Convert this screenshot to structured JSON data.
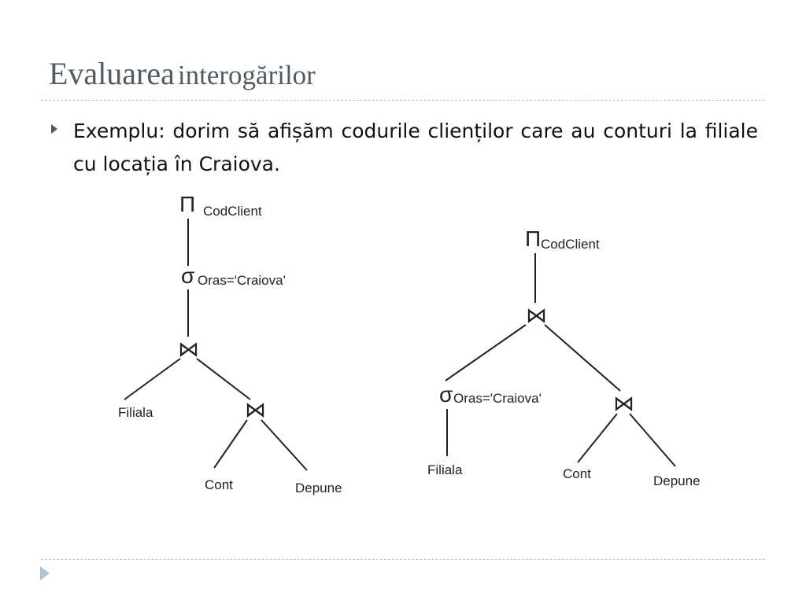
{
  "slide": {
    "title_part1": "Evaluarea",
    "title_part2": "interogărilor",
    "bullet_text": "Exemplu: dorim să afișăm codurile clienților care au conturi la filiale cu locația în Craiova."
  },
  "tree_left": {
    "projection_symbol": "Π",
    "projection_attr": "CodClient",
    "selection_symbol": "σ",
    "selection_cond": "Oras='Craiova'",
    "join1_symbol": "⋈",
    "leaf_filiala": "Filiala",
    "join2_symbol": "⋈",
    "leaf_cont": "Cont",
    "leaf_depune": "Depune"
  },
  "tree_right": {
    "projection_symbol": "Π",
    "projection_attr": "CodClient",
    "join1_symbol": "⋈",
    "selection_symbol": "σ",
    "selection_cond": "Oras='Craiova'",
    "leaf_filiala": "Filiala",
    "join2_symbol": "⋈",
    "leaf_cont": "Cont",
    "leaf_depune": "Depune"
  },
  "colors": {
    "title": "#4f5b66",
    "rule": "#b7c3cc",
    "text": "#111111",
    "diagram_line": "#222222"
  }
}
